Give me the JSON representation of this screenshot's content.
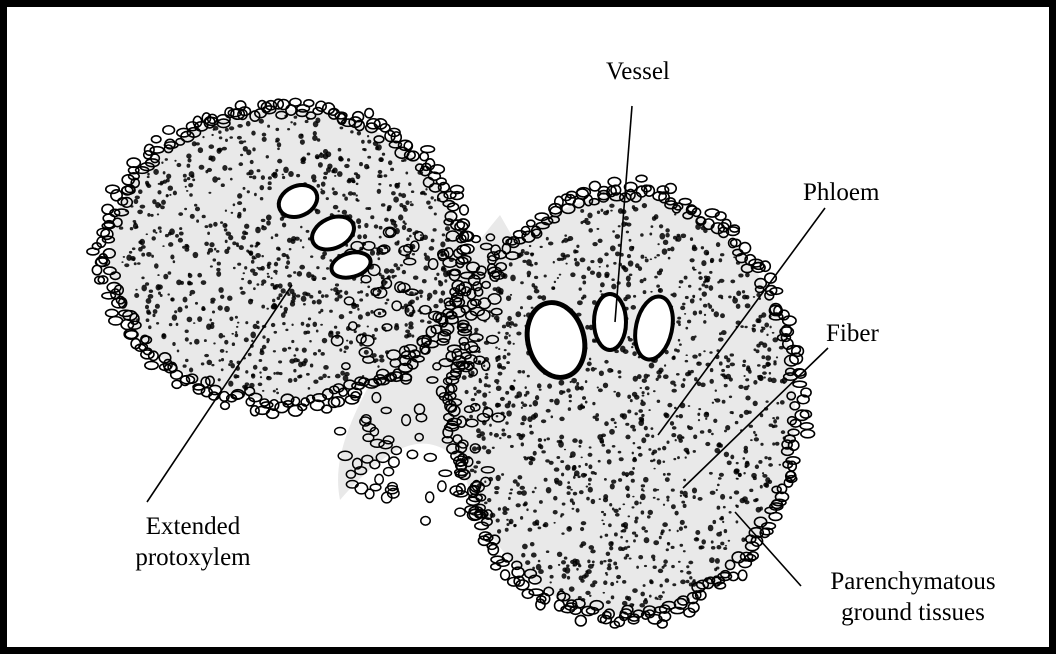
{
  "labels": {
    "vessel": "Vessel",
    "phloem": "Phloem",
    "fiber": "Fiber",
    "extended_protoxylem": [
      "Extended",
      "protoxylem"
    ],
    "parenchymatous_ground_tissues": [
      "Parenchymatous",
      "ground tissues"
    ]
  },
  "colors": {
    "ink": "#000000",
    "tissue": "#e9e9e9",
    "background": "#ffffff"
  }
}
